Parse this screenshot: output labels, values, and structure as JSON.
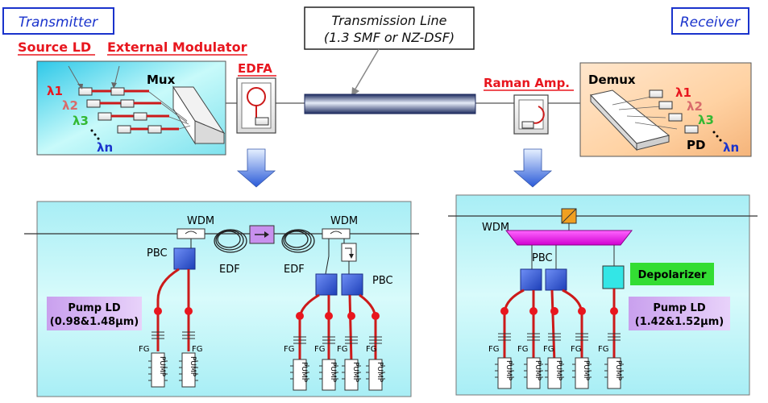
{
  "headers": {
    "transmitter": "Transmitter",
    "receiver": "Receiver",
    "transmission_line_1": "Transmission Line",
    "transmission_line_2": "(1.3 SMF or NZ-DSF)"
  },
  "top_labels": {
    "source_ld": "Source LD",
    "external_modulator": "External Modulator",
    "edfa": "EDFA",
    "raman_amp": "Raman Amp.",
    "mux": "Mux",
    "demux": "Demux",
    "pd": "PD"
  },
  "wavelengths": {
    "l1": "λ1",
    "l2": "λ2",
    "l3": "λ3",
    "ln": "λn"
  },
  "edfa_detail": {
    "wdm_left": "WDM",
    "wdm_right": "WDM",
    "pbc_left": "PBC",
    "pbc_right": "PBC",
    "edf_left": "EDF",
    "edf_right": "EDF",
    "pump_ld_1": "Pump LD",
    "pump_ld_2": "(0.98&1.48μm)",
    "fg": "FG",
    "pump": "PUMP"
  },
  "raman_detail": {
    "wdm": "WDM",
    "pbc": "PBC",
    "depolarizer": "Depolarizer",
    "pump_ld_1": "Pump LD",
    "pump_ld_2": "(1.42&1.52μm)",
    "fg": "FG",
    "pump": "PUMP"
  },
  "colors": {
    "panel_cyan": "#bff5f5",
    "panel_peach": "#ffd9b0",
    "red": "#e8161e",
    "fiber_red": "#cc1a1a",
    "blue_label": "#1a33cc",
    "green_label": "#33b833",
    "pink_label": "#d96b6b",
    "lavender": "#d9b3f2",
    "magenta": "#e600e6",
    "pbc_blue": "#2b5bdb",
    "depolarizer_green": "#33dd33",
    "depolarizer_box": "#33e6e6",
    "tap_orange": "#f0a020"
  }
}
